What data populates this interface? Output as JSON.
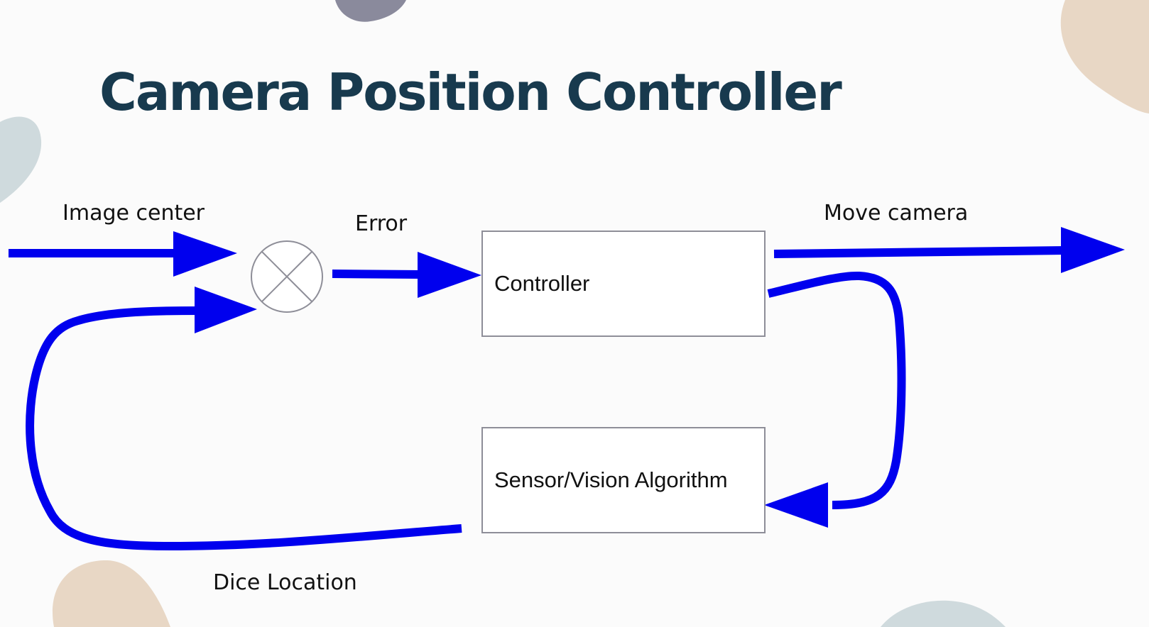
{
  "slide": {
    "title": "Camera Position Controller"
  },
  "diagram": {
    "labels": {
      "image_center": "Image center",
      "error": "Error",
      "move_camera": "Move camera",
      "dice_location": "Dice Location"
    },
    "blocks": {
      "controller": "Controller",
      "sensor": "Sensor/Vision Algorithm"
    }
  },
  "colors": {
    "title": "#183a4e",
    "arrow": "#0000ee",
    "box_border": "#8e8e98",
    "summing_junction": "#8e8e98",
    "blob_slate": "#8a8a9c",
    "blob_tan": "#e8d7c5",
    "blob_blue_gray": "#cfdadd"
  },
  "icons": {
    "summing_junction": "summing-junction-icon"
  }
}
